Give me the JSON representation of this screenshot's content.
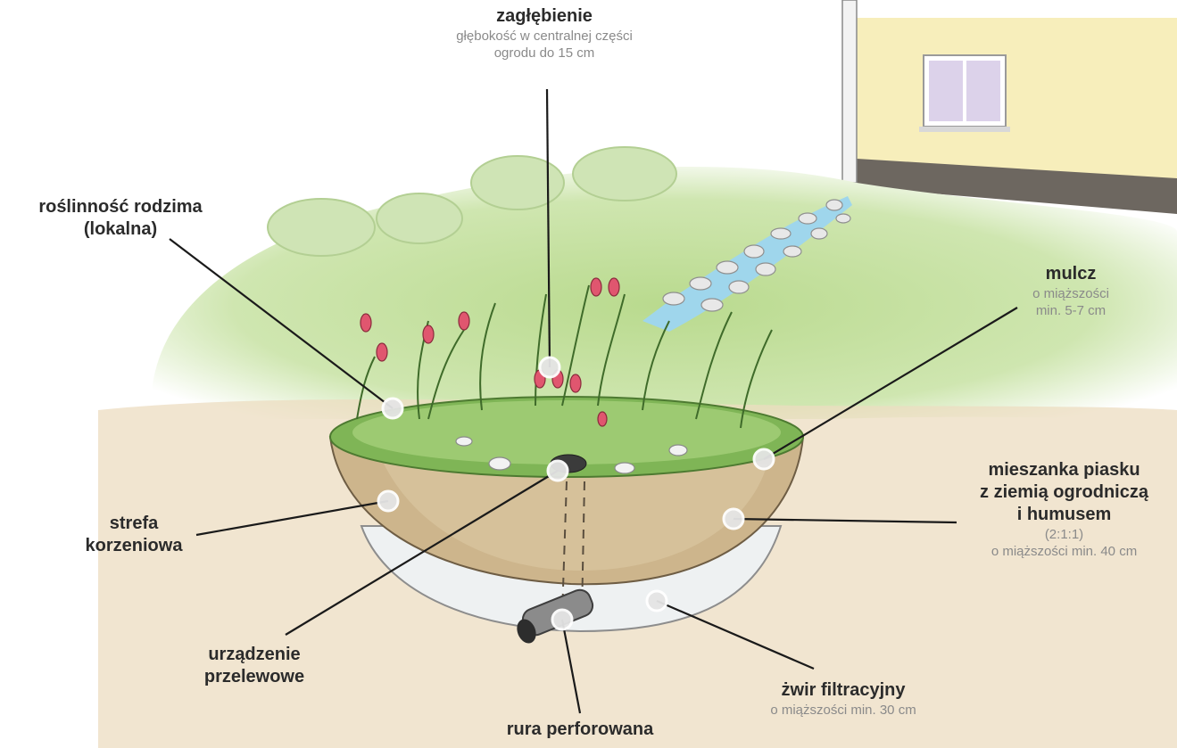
{
  "labels": {
    "depression": {
      "title": "zagłębienie",
      "sub_line1": "głębokość w centralnej części",
      "sub_line2": "ogrodu do 15 cm"
    },
    "native_plants": {
      "title_line1": "roślinność rodzima",
      "title_line2": "(lokalna)"
    },
    "mulch": {
      "title": "mulcz",
      "sub_line1": "o miąższości",
      "sub_line2": "min. 5-7 cm"
    },
    "soil_mix": {
      "title_line1": "mieszanka piasku",
      "title_line2": "z ziemią ogrodniczą",
      "title_line3": "i humusem",
      "sub_line1": "(2:1:1)",
      "sub_line2": "o miąższości min. 40 cm"
    },
    "root_zone": {
      "title_line1": "strefa",
      "title_line2": "korzeniowa"
    },
    "overflow": {
      "title_line1": "urządzenie",
      "title_line2": "przelewowe"
    },
    "gravel": {
      "title": "żwir filtracyjny",
      "sub": "o miąższości min. 30 cm"
    },
    "pipe": {
      "title": "rura perforowana"
    }
  },
  "colors": {
    "lawn": "#a9cf7a",
    "lawn_dark": "#7fb556",
    "soil_ground": "#e6d3b0",
    "bed_soil": "#cdb58c",
    "gravel_layer": "#eef1f2",
    "house_wall": "#f7eebb",
    "water": "#9fd6ec",
    "flower": "#e0566f",
    "callout_line": "#1a1a1a",
    "marker": "#e5e5e5"
  }
}
